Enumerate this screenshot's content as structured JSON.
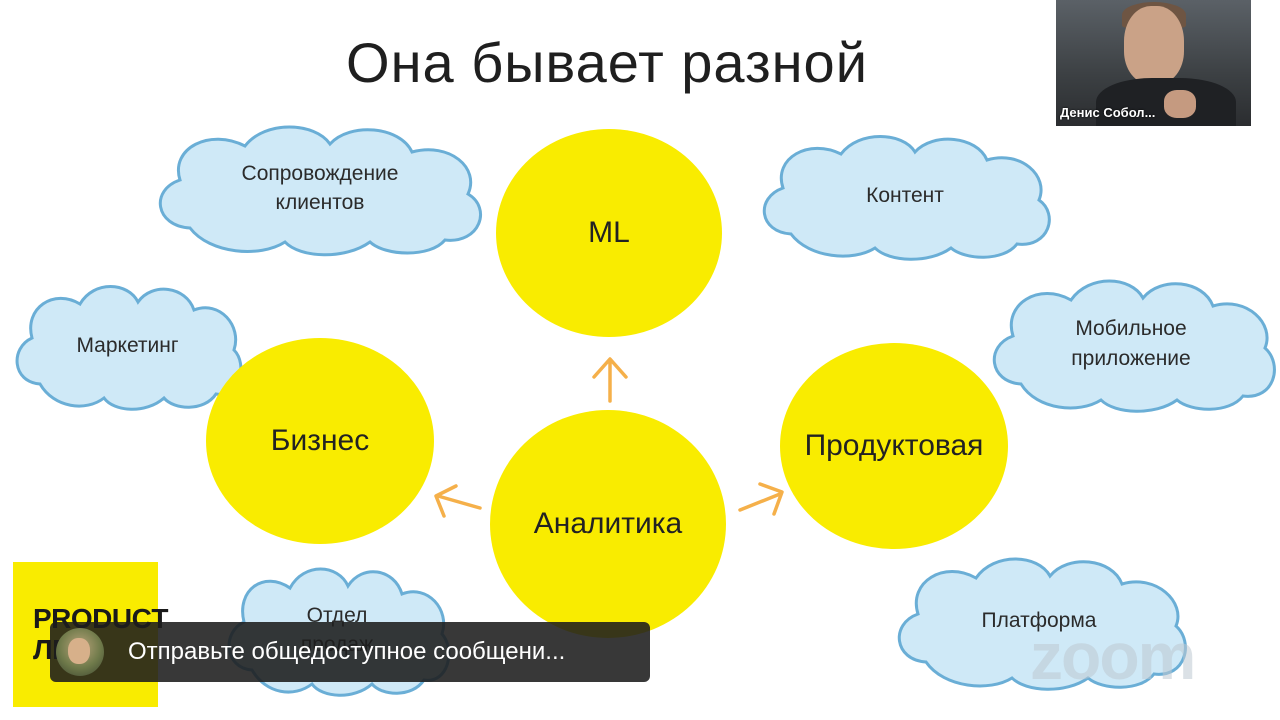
{
  "slide": {
    "title": "Она бывает разной",
    "clouds": [
      {
        "id": "cloud-client-support",
        "label": "Сопровождение\nклиентов"
      },
      {
        "id": "cloud-content",
        "label": "Контент"
      },
      {
        "id": "cloud-marketing",
        "label": "Маркетинг"
      },
      {
        "id": "cloud-mobile-app",
        "label": "Мобильное\nприложение"
      },
      {
        "id": "cloud-sales-dept",
        "label": "Отдел\nпродаж"
      },
      {
        "id": "cloud-platform",
        "label": "Платформа"
      }
    ],
    "circles": {
      "ml": "ML",
      "business": "Бизнес",
      "product": "Продуктовая",
      "analytics": "Аналитика"
    },
    "logo": {
      "line1": "PRODUCT",
      "line2": "ЛR"
    }
  },
  "colors": {
    "circle": "#f9ec00",
    "cloud_fill": "#cfe9f7",
    "cloud_stroke": "#6aaed6",
    "arrow": "#f5b04a"
  },
  "webcam": {
    "participant_name": "Денис Собол..."
  },
  "watermark": {
    "text": "zoom"
  },
  "chat": {
    "placeholder_text": "Отправьте общедоступное сообщени..."
  }
}
